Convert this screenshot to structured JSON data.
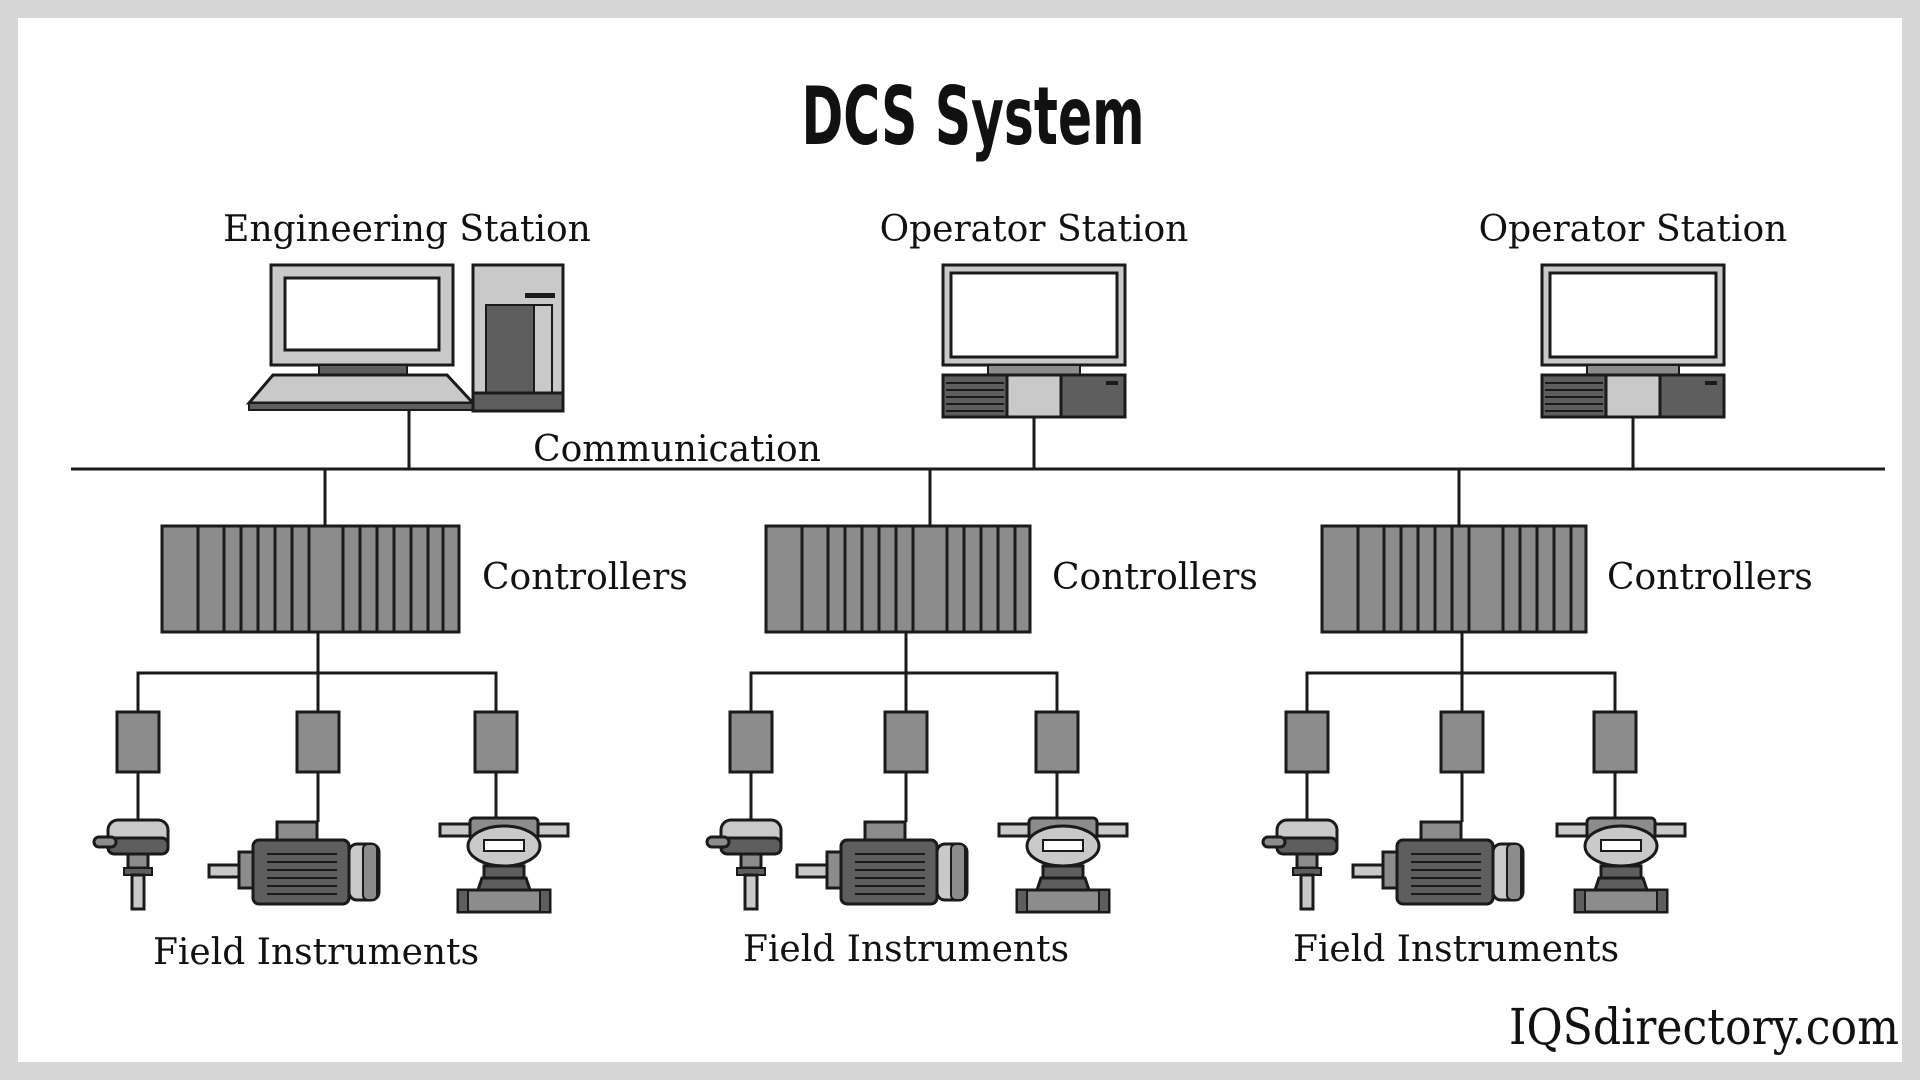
{
  "diagram": {
    "title": "DCS System",
    "stations": [
      {
        "label": "Engineering Station"
      },
      {
        "label": "Operator Station"
      },
      {
        "label": "Operator Station"
      }
    ],
    "bus_label": "Communication",
    "controller_groups": [
      {
        "controller_label": "Controllers",
        "field_label": "Field Instruments"
      },
      {
        "controller_label": "Controllers",
        "field_label": "Field Instruments"
      },
      {
        "controller_label": "Controllers",
        "field_label": "Field Instruments"
      }
    ],
    "watermark": "IQSdirectory.com"
  },
  "colors": {
    "outline": "#1a1a1a",
    "fill_mid": "#8c8c8d",
    "fill_dark": "#5e5e5f",
    "fill_light": "#c9c9ca",
    "fill_screen": "#ffffff"
  }
}
